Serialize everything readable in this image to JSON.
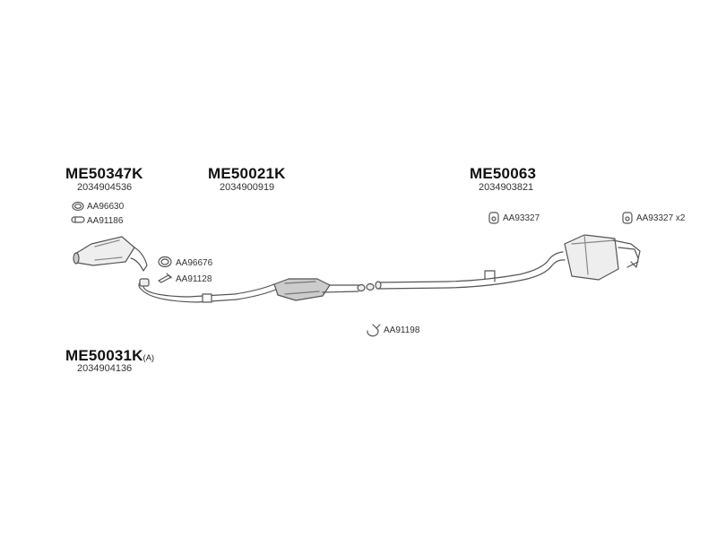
{
  "assemblies": {
    "front_pipe": {
      "code": "ME50347K",
      "number": "2034904536"
    },
    "middle_cat": {
      "code": "ME50021K",
      "number": "2034900919"
    },
    "rear_box": {
      "code": "ME50063",
      "number": "2034903821"
    },
    "down_pipe": {
      "code": "ME50031K",
      "suffix": "(A)",
      "number": "2034904136"
    }
  },
  "accessories": {
    "ring_1": "AA96630",
    "clamp_1": "AA91186",
    "ring_2": "AA96676",
    "bolt_1": "AA91128",
    "hanger_1": "AA93327",
    "hanger_2": "AA93327 x2",
    "clamp_2": "AA91198"
  },
  "icons": {
    "ring": "ring-seal-icon",
    "clamp": "clamp-icon",
    "bolt": "bolt-icon",
    "hanger": "rubber-hanger-icon"
  },
  "colors": {
    "line": "#555555",
    "fill_light": "#eeeeee",
    "fill_mid": "#cccccc",
    "text": "#333333"
  }
}
